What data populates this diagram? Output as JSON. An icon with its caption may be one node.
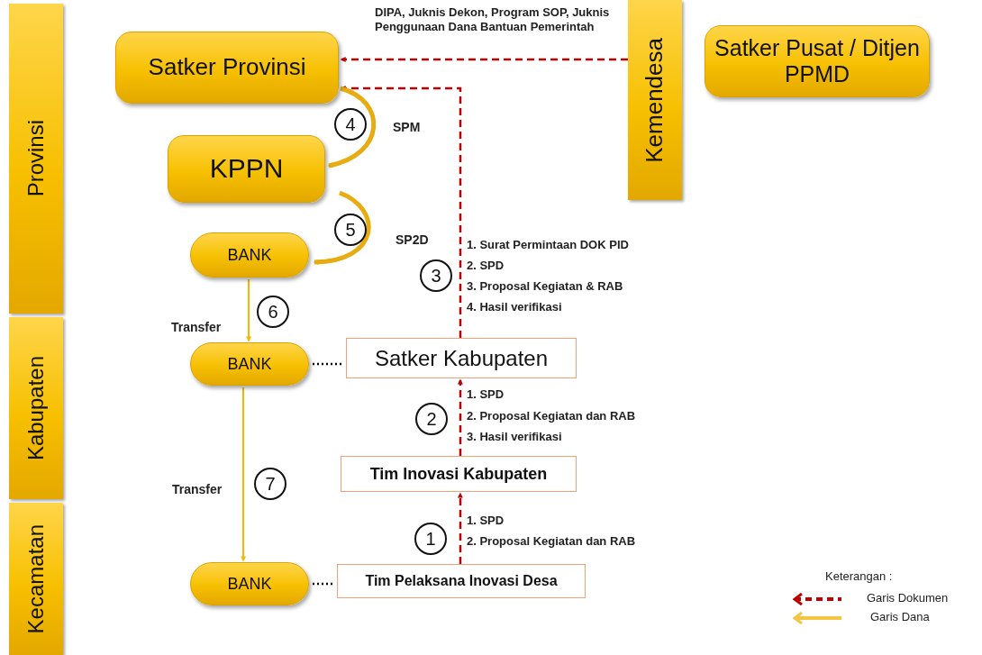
{
  "diagram": {
    "nodes": [
      {
        "text": [
          "Provinsi"
        ]
      },
      {
        "text": [
          "Kabupaten"
        ]
      },
      {
        "text": [
          "Kecamatan"
        ]
      },
      {
        "text": [
          "Satker Provinsi"
        ]
      },
      {
        "text": [
          "Kemendesa"
        ]
      },
      {
        "text": [
          "Satker Pusat / Ditjen PPMD"
        ]
      },
      {
        "text": [
          "KPPN"
        ]
      },
      {
        "text": [
          "BANK"
        ]
      },
      {
        "text": [
          "BANK"
        ]
      },
      {
        "text": [
          "Satker Kabupaten"
        ]
      },
      {
        "text": [
          "Tim Inovasi Kabupaten"
        ]
      },
      {
        "text": [
          "BANK"
        ]
      },
      {
        "text": [
          "Tim Pelaksana Inovasi Desa"
        ]
      },
      {
        "text": [
          "4"
        ]
      },
      {
        "text": [
          "5"
        ]
      },
      {
        "text": [
          "3"
        ]
      },
      {
        "text": [
          "6"
        ]
      },
      {
        "text": [
          "2"
        ]
      },
      {
        "text": [
          "7"
        ]
      },
      {
        "text": [
          "1"
        ]
      }
    ],
    "edges": [
      {
        "from": 4,
        "to": 3,
        "arrow": "to",
        "label": "DIPA, Juknis Dekon, Program SOP, Juknis Penggunaan Dana Bantuan Pemerintah",
        "style": "dashed",
        "color": "#c00000"
      },
      {
        "from": 9,
        "to": 3,
        "arrow": "to",
        "style": "dashed",
        "color": "#c00000"
      },
      {
        "from": 10,
        "to": 9,
        "arrow": "to",
        "style": "dashed",
        "color": "#c00000"
      },
      {
        "from": 12,
        "to": 10,
        "arrow": "to",
        "style": "dashed",
        "color": "#c00000"
      },
      {
        "from": 3,
        "to": 6,
        "arrow": "to",
        "label": "SPM",
        "style": "thick",
        "color": "#e6ac10"
      },
      {
        "from": 6,
        "to": 7,
        "arrow": "to",
        "label": "SP2D",
        "style": "thick",
        "color": "#e6ac10"
      },
      {
        "from": 7,
        "to": 8,
        "arrow": "to",
        "label": "Transfer",
        "color": "#f5b800"
      },
      {
        "from": 8,
        "to": 11,
        "arrow": "to",
        "label": "Transfer",
        "color": "#f5b800"
      },
      {
        "from": 8,
        "to": 9,
        "arrow": "none",
        "style": "dashed",
        "color": "#000000"
      },
      {
        "from": 11,
        "to": 12,
        "arrow": "none",
        "style": "dashed",
        "color": "#000000"
      }
    ],
    "labels": [
      "1. Surat Permintaan DOK PID",
      "2. SPD",
      "3. Proposal Kegiatan & RAB",
      "4. Hasil verifikasi",
      "1. SPD",
      "2. Proposal Kegiatan dan RAB",
      "3. Hasil verifikasi",
      "1. SPD",
      "2. Proposal Kegiatan dan RAB",
      "Keterangan :"
    ],
    "legend": [
      {
        "text": "Garis Dokumen"
      },
      {
        "text": "Garis Dana"
      }
    ]
  }
}
